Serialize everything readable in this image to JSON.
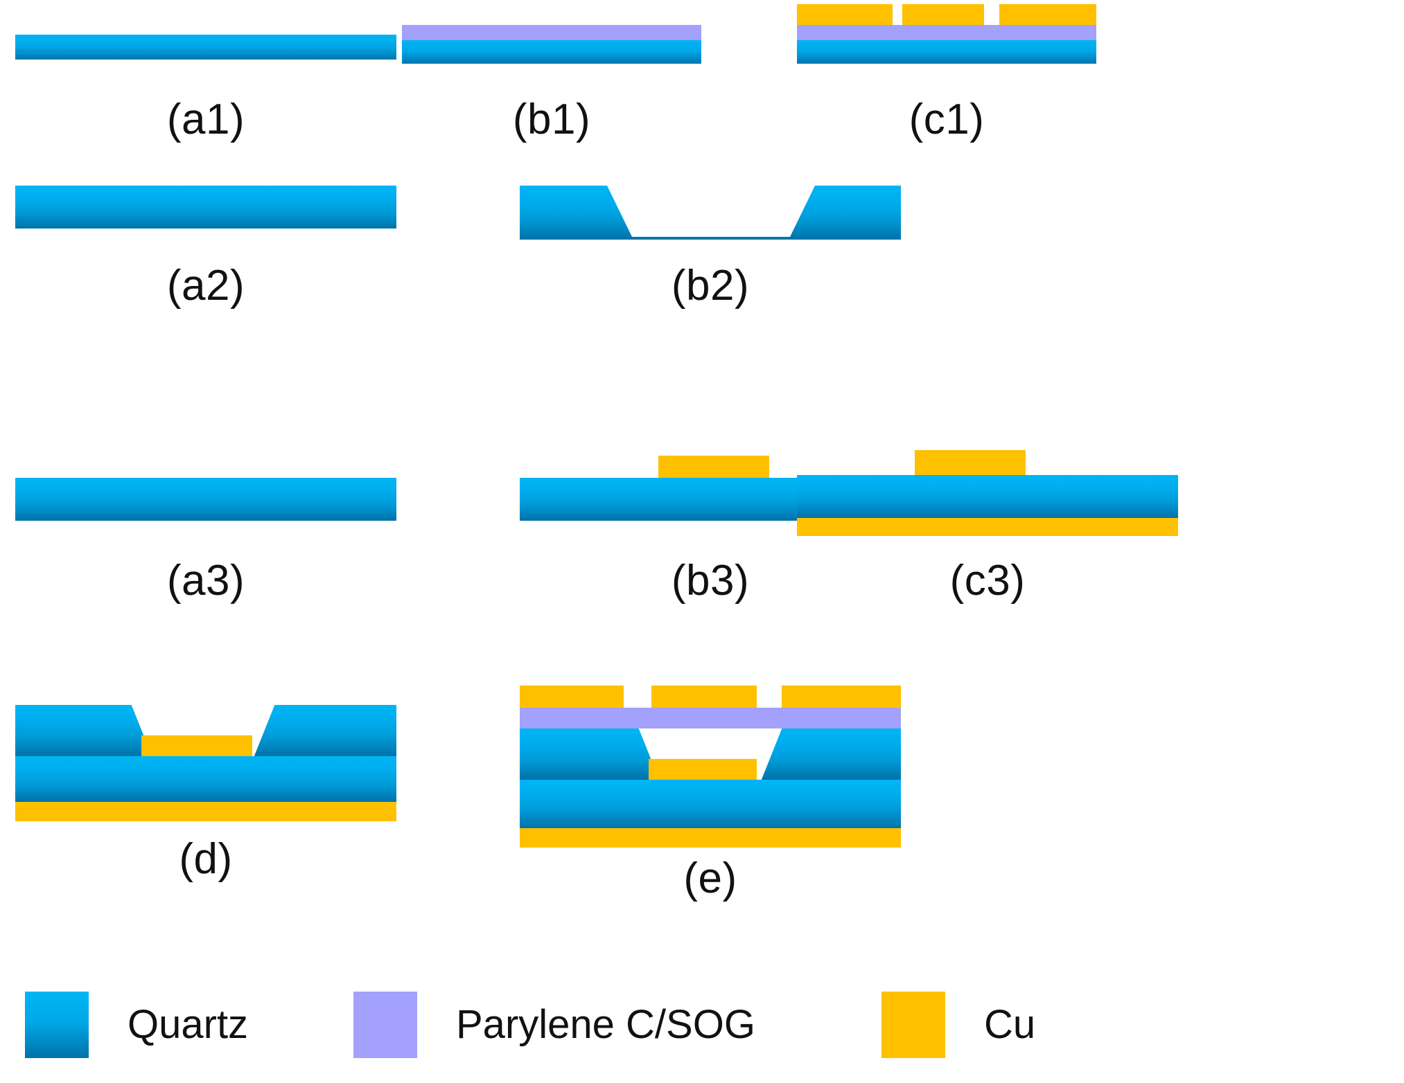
{
  "figure": {
    "type": "process-flow-cross-section",
    "description": "Microfabrication process flow cross-sections for a quartz/Parylene C/SOG/Cu bonded device",
    "background": "#ffffff"
  },
  "materials": {
    "quartz": {
      "name": "Quartz",
      "color_top": "#00B5F5",
      "color_bottom": "#0072A8"
    },
    "parylene": {
      "name": "Parylene C/SOG",
      "color": "#A3A1FB"
    },
    "copper": {
      "name": "Cu",
      "color": "#FFC000"
    }
  },
  "panels": [
    {
      "id": "a1",
      "label": "(a1)",
      "column": 1,
      "row": 1,
      "layers": [
        "quartz-thin-substrate"
      ]
    },
    {
      "id": "b1",
      "label": "(b1)",
      "column": 2,
      "row": 1,
      "layers": [
        "parylene-coating",
        "quartz-thin-substrate"
      ]
    },
    {
      "id": "c1",
      "label": "(c1)",
      "column": 3,
      "row": 1,
      "layers": [
        "patterned-copper-3-segments",
        "parylene-coating",
        "quartz-thin-substrate"
      ],
      "copper_segments": 3
    },
    {
      "id": "a2",
      "label": "(a2)",
      "column": 1,
      "row": 2,
      "layers": [
        "quartz-thick-substrate"
      ]
    },
    {
      "id": "b2",
      "label": "(b2)",
      "column": 2,
      "row": 2,
      "layers": [
        "quartz-thick-substrate-with-etched-cavity"
      ],
      "cavity": "trapezoidal-sloped-sidewalls"
    },
    {
      "id": "a3",
      "label": "(a3)",
      "column": 1,
      "row": 3,
      "layers": [
        "quartz-thick-substrate"
      ]
    },
    {
      "id": "b3",
      "label": "(b3)",
      "column": 2,
      "row": 3,
      "layers": [
        "copper-pad-top",
        "quartz-thick-substrate"
      ]
    },
    {
      "id": "c3",
      "label": "(c3)",
      "column": 3,
      "row": 3,
      "layers": [
        "copper-pad-top",
        "quartz-thick-substrate",
        "copper-backplane-bottom"
      ]
    },
    {
      "id": "d",
      "label": "(d)",
      "column": 1,
      "row": 4,
      "layers": [
        "quartz-etched-cavity-wafer",
        "copper-pad-in-cavity",
        "quartz-thick-substrate",
        "copper-backplane-bottom"
      ]
    },
    {
      "id": "e",
      "label": "(e)",
      "column": 2,
      "row": 4,
      "layers": [
        "patterned-copper-3-segments",
        "parylene-coating",
        "quartz-etched-cavity-wafer",
        "copper-pad-in-cavity",
        "quartz-thick-substrate",
        "copper-backplane-bottom"
      ],
      "copper_segments": 3
    }
  ],
  "legend": {
    "items": [
      {
        "label": "Quartz",
        "swatch": "quartz",
        "color": "#00A8E8"
      },
      {
        "label": "Parylene C/SOG",
        "swatch": "parylene",
        "color": "#A3A1FB"
      },
      {
        "label": "Cu",
        "swatch": "copper",
        "color": "#FFC000"
      }
    ]
  }
}
